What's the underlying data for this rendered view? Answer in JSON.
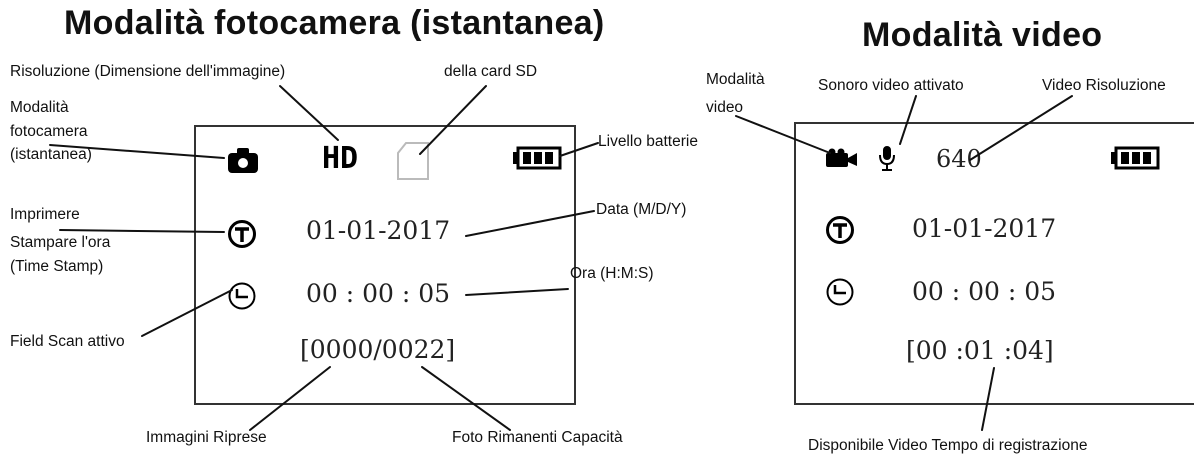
{
  "photo": {
    "title": "Modalità fotocamera (istantanea)",
    "screen": {
      "resolution": "HD",
      "date": "01-01-2017",
      "time": "00 : 00 : 05",
      "counter": "[0000/0022]"
    },
    "labels": {
      "resolution": "Risoluzione (Dimensione dell'immagine)",
      "sd_card": "della card SD",
      "camera_mode": [
        "Modalità",
        "fotocamera",
        "(istantanea)"
      ],
      "battery": "Livello batterie",
      "timestamp": [
        "Imprimere",
        "Stampare l'ora",
        "(Time Stamp)"
      ],
      "date": "Data (M/D/Y)",
      "time": "Ora (H:M:S)",
      "field_scan": "Field Scan attivo",
      "shots_taken": "Immagini Riprese",
      "remaining": "Foto Rimanenti Capacità"
    }
  },
  "video": {
    "title": "Modalità video",
    "screen": {
      "resolution": "640",
      "date": "01-01-2017",
      "time": "00 : 00 : 05",
      "counter": "[00 :01 :04]"
    },
    "labels": {
      "video_mode": [
        "Modalità",
        "video"
      ],
      "audio": "Sonoro video attivato",
      "resolution": "Video Risoluzione",
      "recording_time": "Disponibile Video Tempo di registrazione"
    }
  },
  "icons": {
    "camera": "camera-icon",
    "battery": "battery-icon",
    "sd_card": "sd-card-icon",
    "timestamp": "timestamp-icon",
    "clock": "clock-icon",
    "video_camera": "video-camera-icon",
    "microphone": "microphone-icon"
  }
}
